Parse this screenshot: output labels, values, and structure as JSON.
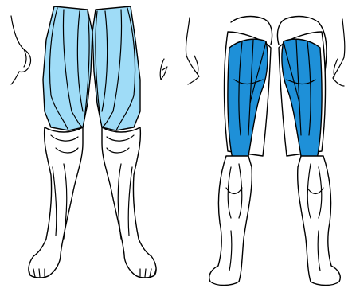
{
  "figure": {
    "views": [
      "front",
      "back"
    ],
    "highlight_colors": {
      "front": "#9fdcf7",
      "back": "#1e90d8"
    },
    "highlighted_regions": {
      "front": "quadriceps",
      "back": "hamstrings"
    }
  }
}
